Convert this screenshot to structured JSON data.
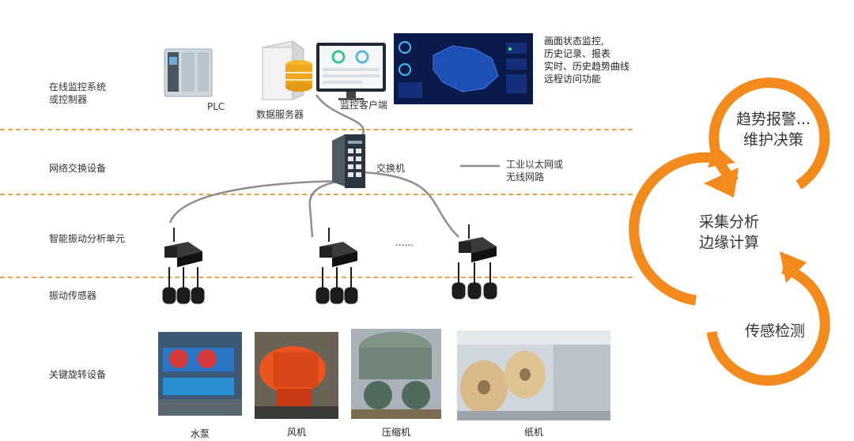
{
  "layers": [
    {
      "label": "在线监控系统\n或控制器"
    },
    {
      "label": "网络交换设备"
    },
    {
      "label": "智能振动分析单元"
    },
    {
      "label": "振动传感器"
    },
    {
      "label": "关键旋转设备"
    }
  ],
  "devices": {
    "plc": "PLC",
    "server": "数据服务器",
    "client": "监控客户端",
    "switch": "交换机",
    "ellipsis": "......"
  },
  "monitor_notes": [
    "画面状态监控,",
    "历史记录、报表",
    "实时、历史趋势曲线",
    "远程访问功能"
  ],
  "network_legend": [
    "工业以太网或",
    "无线网路"
  ],
  "equipment": [
    "水泵",
    "风机",
    "压缩机",
    "纸机"
  ],
  "cycle": {
    "top": [
      "趋势报警...",
      "维护决策"
    ],
    "middle": [
      "采集分析",
      "边缘计算"
    ],
    "bottom": "传感检测",
    "color": "#f28a1e"
  }
}
